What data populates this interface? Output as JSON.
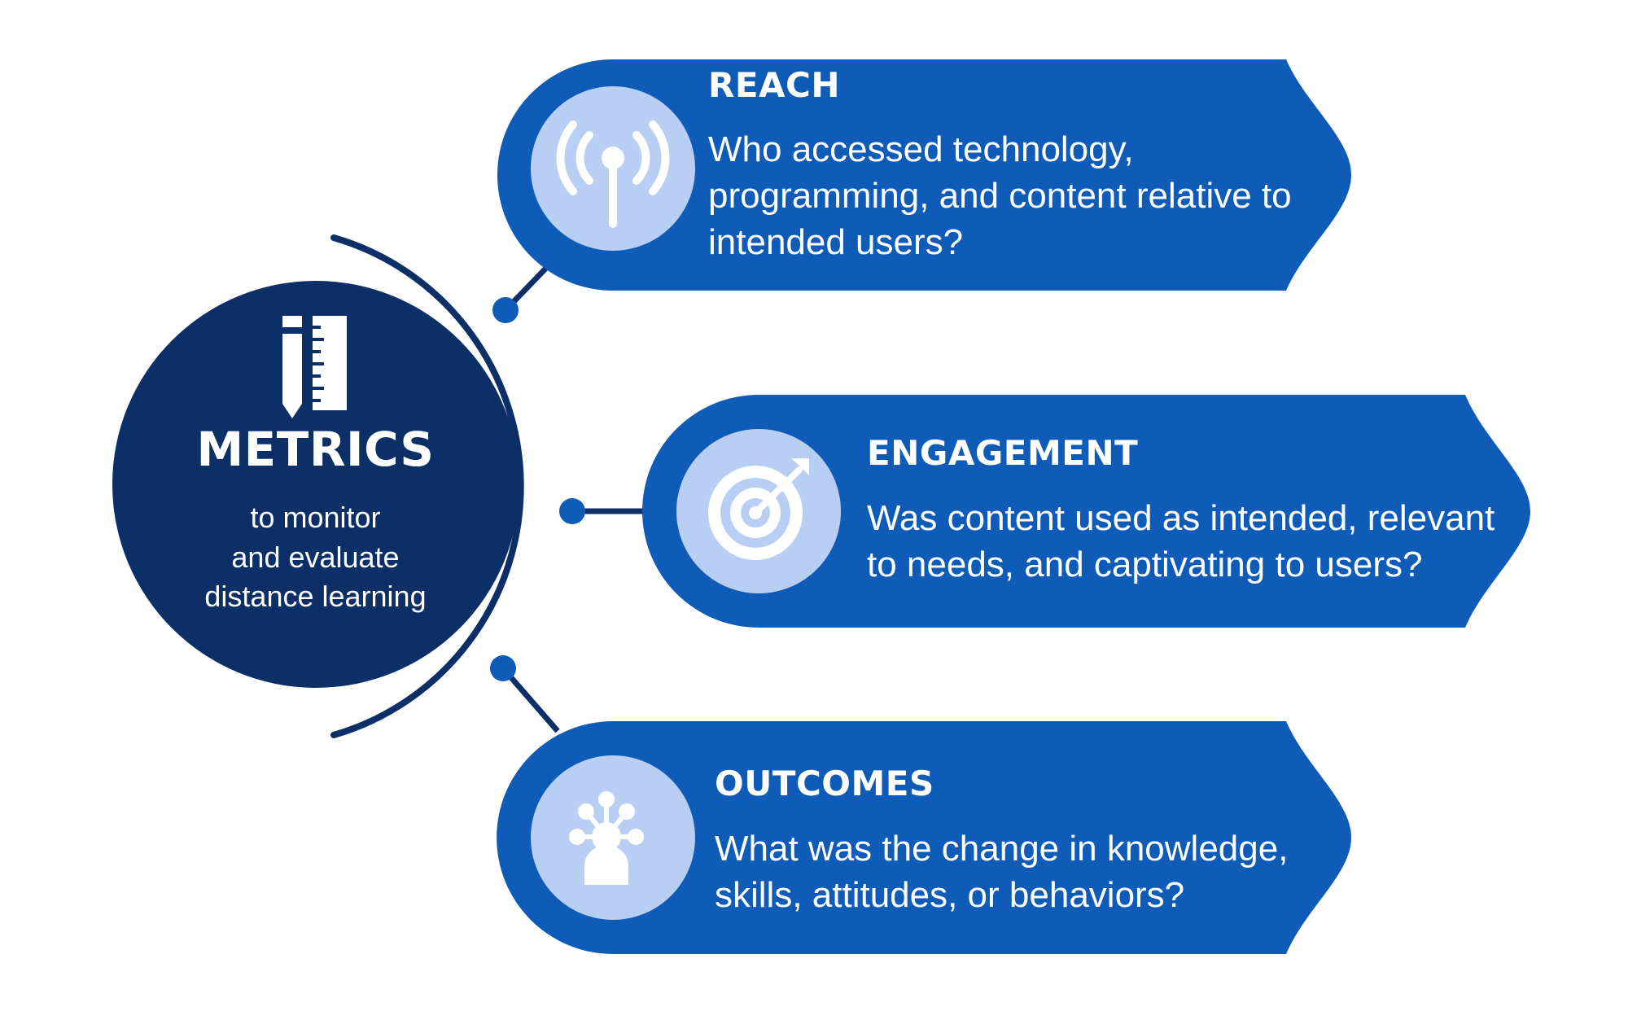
{
  "center": {
    "title": "METRICS",
    "subtitle_line1": "to monitor",
    "subtitle_line2": "and evaluate",
    "subtitle_line3": "distance learning",
    "icon": "pencil-ruler-icon"
  },
  "items": [
    {
      "title": "REACH",
      "text": "Who accessed technology, programming, and content relative to intended users?",
      "icon": "antenna-signal-icon"
    },
    {
      "title": "ENGAGEMENT",
      "text": "Was content used as intended, relevant to needs, and captivating to users?",
      "icon": "target-arrow-icon"
    },
    {
      "title": "OUTCOMES",
      "text": "What was the change in knowledge, skills, attitudes, or behaviors?",
      "icon": "person-network-icon"
    }
  ],
  "colors": {
    "banner": "#0f5cb8",
    "dark": "#0c2f68",
    "light": "#b8cff3",
    "text": "#ffffff"
  }
}
